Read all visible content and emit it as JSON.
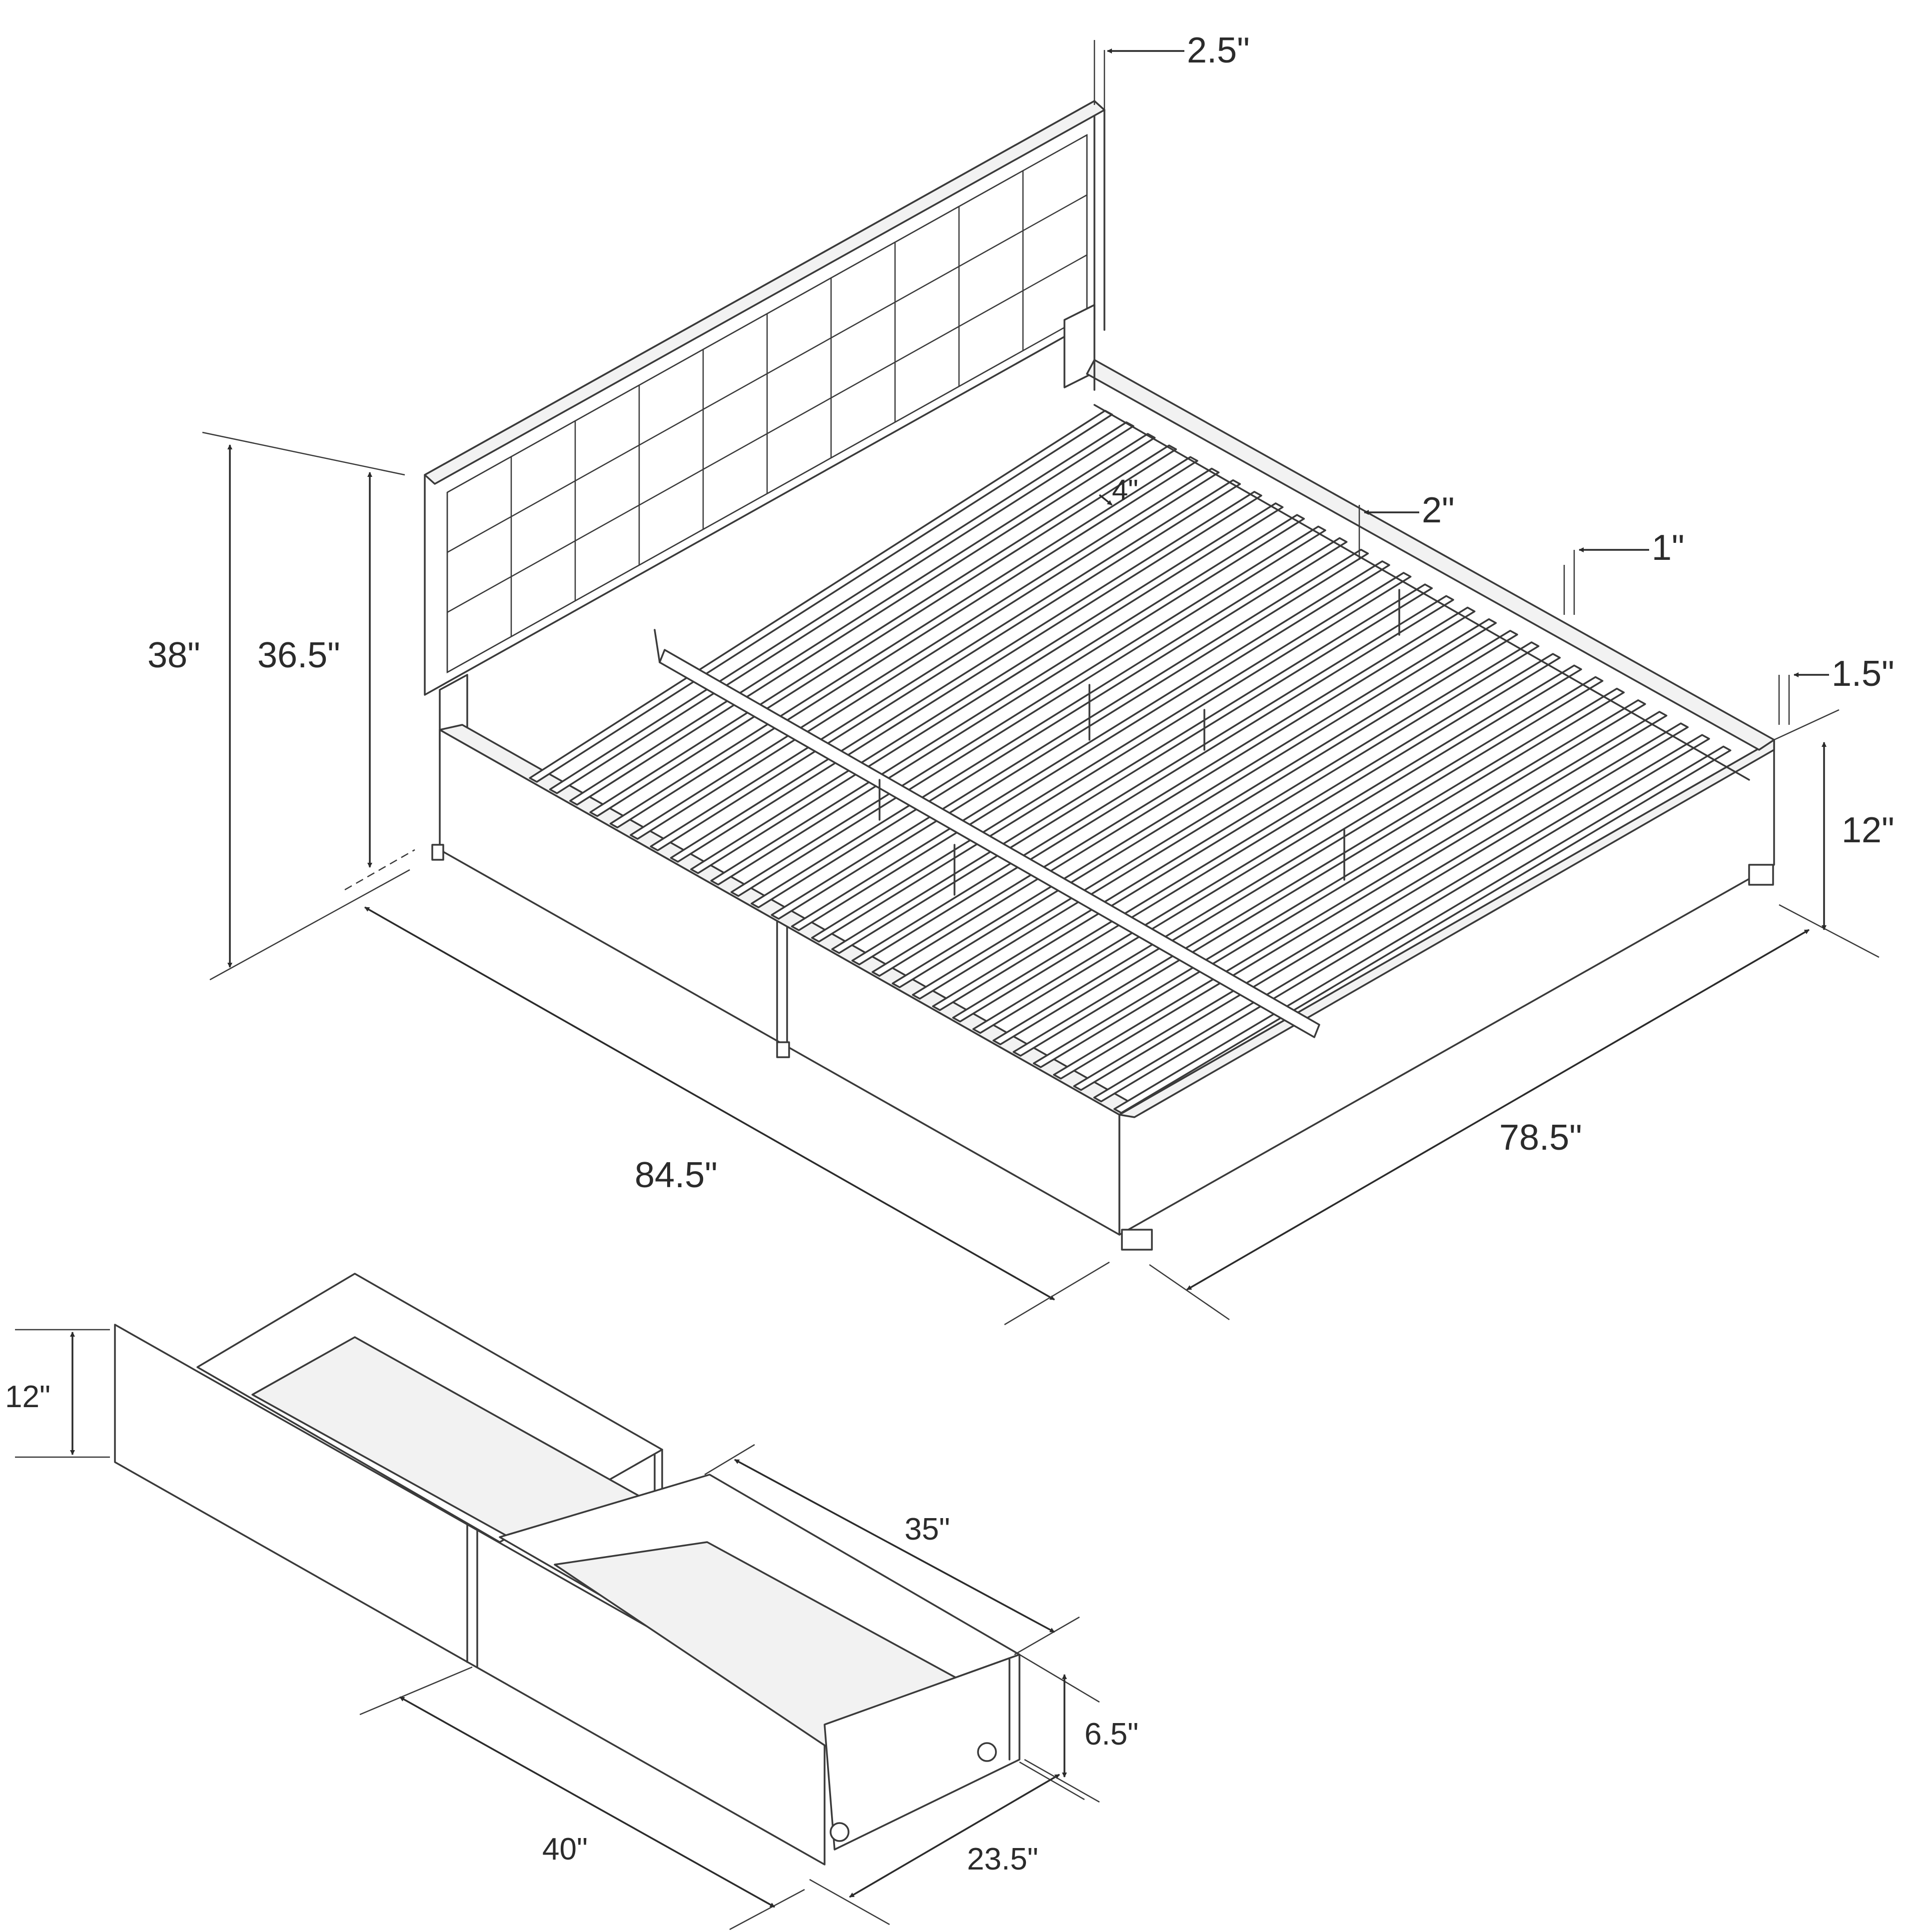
{
  "bed": {
    "headboard_total_height": "38\"",
    "headboard_height": "36.5\"",
    "headboard_thickness": "2.5\"",
    "length": "84.5\"",
    "width": "78.5\"",
    "side_rail_height": "12\"",
    "slat_spacing": "4\"",
    "rail_thickness_a": "2\"",
    "rail_thickness_b": "1\"",
    "rail_thickness_c": "1.5\""
  },
  "drawer": {
    "height": "12\"",
    "length": "40\"",
    "inner_length": "35\"",
    "depth": "23.5\"",
    "inner_height": "6.5\""
  }
}
